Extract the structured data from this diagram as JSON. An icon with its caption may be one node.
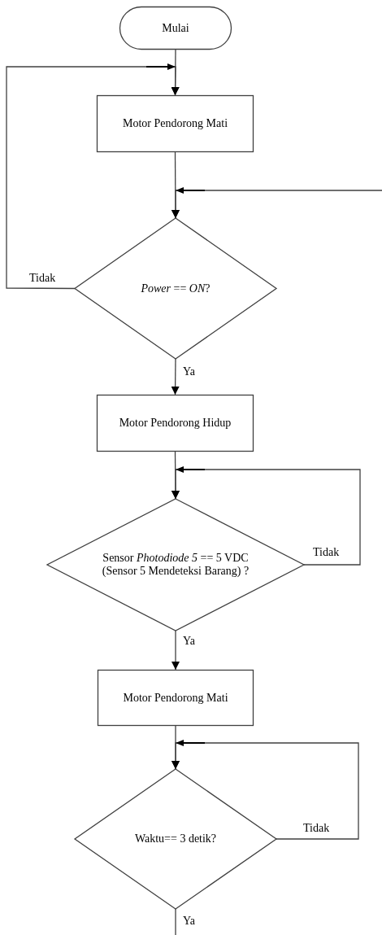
{
  "diagram": {
    "nodes": [
      {
        "text": [
          "Mulai"
        ]
      },
      {
        "text": [
          "Motor Pendorong Mati"
        ]
      },
      {
        "text": [
          "*Power* == *ON*?"
        ]
      },
      {
        "text": [
          "Motor Pendorong Hidup"
        ]
      },
      {
        "text": [
          "Sensor *Photodiode 5* == 5 VDC (Sensor 5 Mendeteksi Barang) ?"
        ]
      },
      {
        "text": [
          "Motor Pendorong Mati"
        ]
      },
      {
        "text": [
          "Waktu== 3 detik?"
        ]
      }
    ],
    "edges": [
      {
        "from": 0,
        "to": 1,
        "arrow": "to"
      },
      {
        "from": 1,
        "to": 2,
        "arrow": "to"
      },
      {
        "from": 2,
        "to": 1,
        "arrow": "to",
        "label": "Tidak"
      },
      {
        "from": null,
        "to": 2,
        "arrow": "to"
      },
      {
        "from": 2,
        "to": 3,
        "arrow": "to",
        "label": "Ya"
      },
      {
        "from": 3,
        "to": 4,
        "arrow": "to"
      },
      {
        "from": 4,
        "to": 4,
        "arrow": "to",
        "label": "Tidak"
      },
      {
        "from": 4,
        "to": 5,
        "arrow": "to",
        "label": "Ya"
      },
      {
        "from": 5,
        "to": 6,
        "arrow": "to"
      },
      {
        "from": 6,
        "to": 6,
        "arrow": "to",
        "label": "Tidak"
      },
      {
        "from": 6,
        "to": null,
        "arrow": "none",
        "label": "Ya"
      }
    ]
  }
}
